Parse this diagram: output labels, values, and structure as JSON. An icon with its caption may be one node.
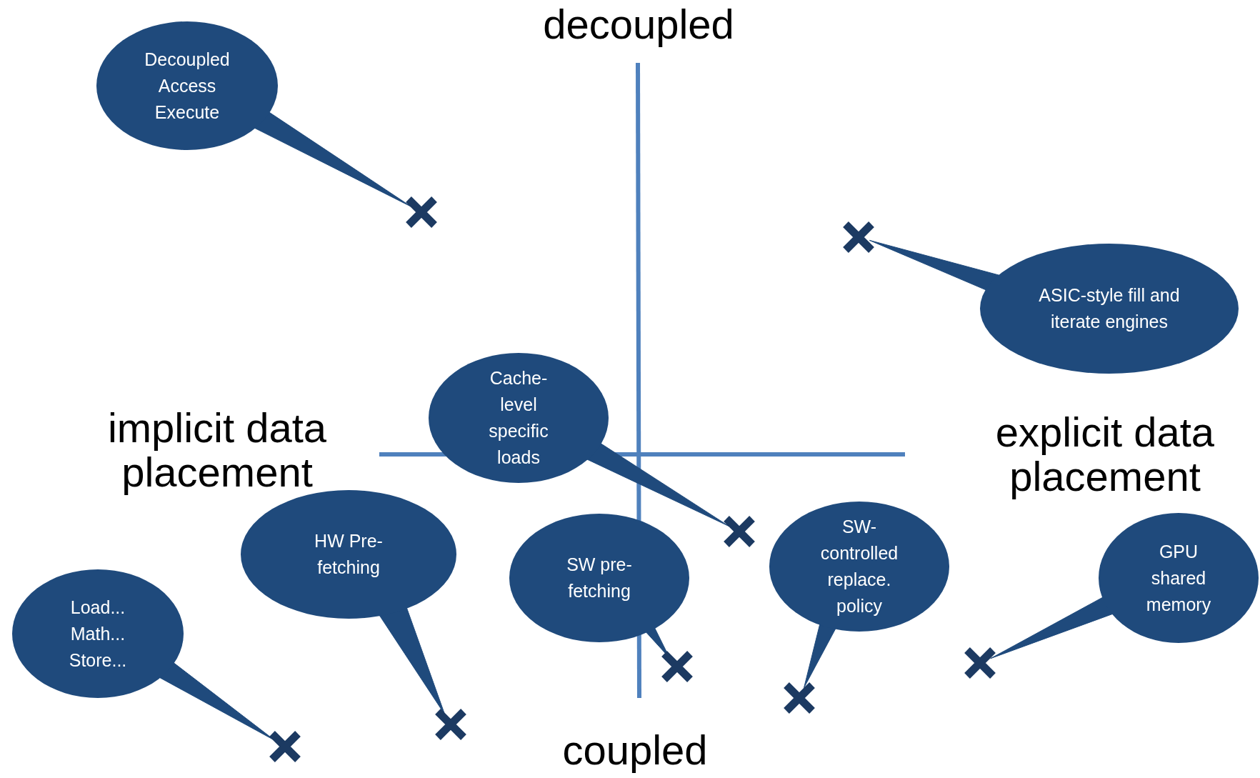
{
  "diagram": {
    "nodes": [
      {
        "text": [
          "Decoupled Access Execute"
        ]
      },
      {
        "text": [],
        "shape": "cross"
      },
      {
        "text": [
          "ASIC-style fill and iterate engines"
        ]
      },
      {
        "text": [],
        "shape": "cross"
      },
      {
        "text": [
          "Cache-level specific loads"
        ]
      },
      {
        "text": [],
        "shape": "cross"
      },
      {
        "text": [
          "HW Pre-fetching"
        ]
      },
      {
        "text": [
          "SW pre-fetching"
        ]
      },
      {
        "text": [
          "SW-controlled replace. policy"
        ]
      },
      {
        "text": [
          "GPU shared memory"
        ]
      },
      {
        "text": [
          "Load... Math... Store..."
        ]
      },
      {
        "text": [],
        "shape": "cross"
      },
      {
        "text": [],
        "shape": "cross"
      },
      {
        "text": [],
        "shape": "cross"
      },
      {
        "text": [],
        "shape": "cross"
      },
      {
        "text": [],
        "shape": "cross"
      }
    ],
    "edges": [
      {
        "from": 0,
        "to": 1,
        "arrow": "none"
      },
      {
        "from": 2,
        "to": 3,
        "arrow": "none"
      },
      {
        "from": 4,
        "to": 5,
        "arrow": "none"
      },
      {
        "from": 6,
        "to": 13,
        "arrow": "none"
      },
      {
        "from": 7,
        "to": 11,
        "arrow": "none"
      },
      {
        "from": 8,
        "to": 12,
        "arrow": "none"
      },
      {
        "from": 9,
        "to": 14,
        "arrow": "none"
      },
      {
        "from": 10,
        "to": 15,
        "arrow": "none"
      }
    ],
    "labels": [
      "decoupled",
      "implicit data placement",
      "explicit data placement",
      "coupled"
    ]
  }
}
